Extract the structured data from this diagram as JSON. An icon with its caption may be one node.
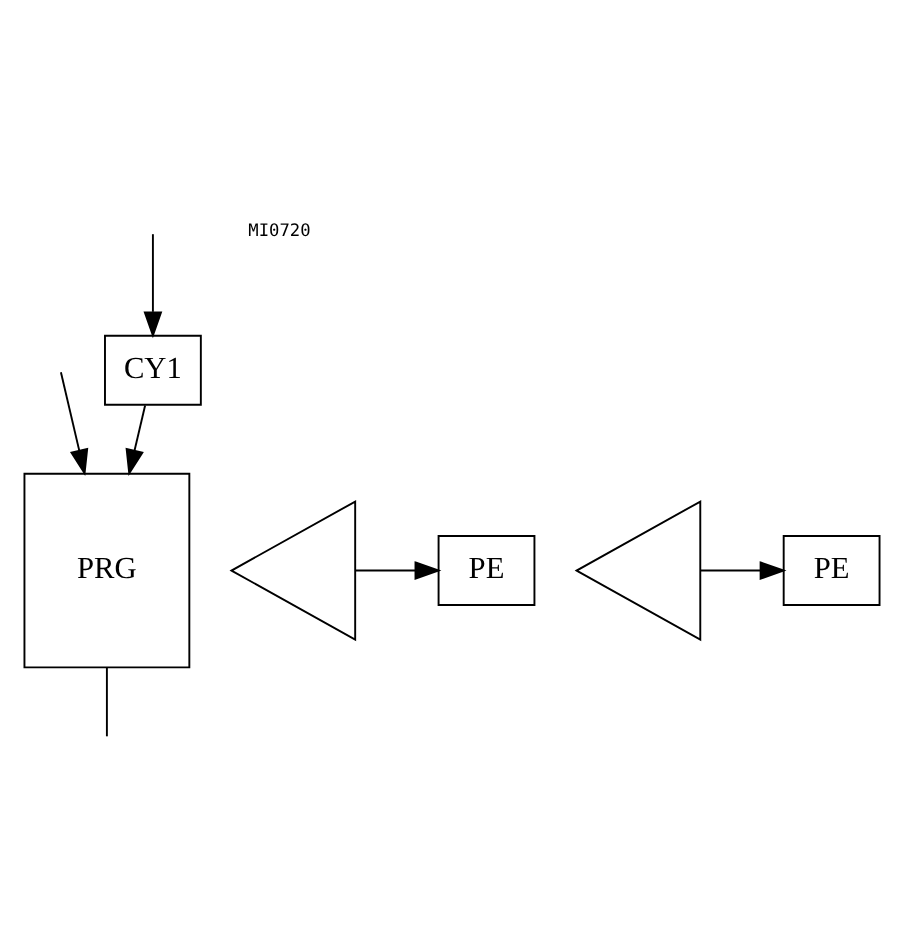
{
  "diagram": {
    "nodes": [
      {
        "text": [
          "CY1"
        ]
      },
      {
        "text": [
          "PRG"
        ]
      },
      {
        "text": [],
        "shape": "triangle"
      },
      {
        "text": [
          "PE"
        ]
      },
      {
        "text": [],
        "shape": "triangle"
      },
      {
        "text": [
          "PE"
        ]
      }
    ],
    "edges": [
      {
        "from": null,
        "to": 0,
        "arrow": "to"
      },
      {
        "from": 0,
        "to": 1,
        "arrow": "to"
      },
      {
        "from": null,
        "to": 1,
        "arrow": "to"
      },
      {
        "from": 1,
        "to": null,
        "arrow": "none"
      },
      {
        "from": 2,
        "to": 3,
        "arrow": "to"
      },
      {
        "from": 4,
        "to": 5,
        "arrow": "to"
      }
    ],
    "labels": [
      "MI0720"
    ]
  }
}
